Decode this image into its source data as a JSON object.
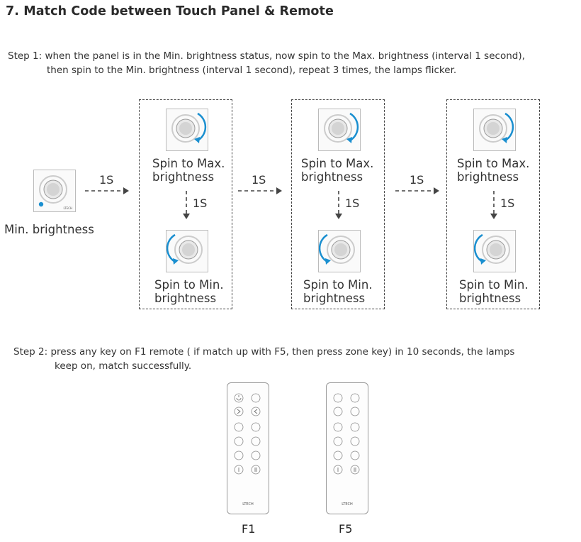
{
  "title": "7. Match Code between Touch Panel & Remote",
  "step1": {
    "line1": "Step 1: when the panel is in the Min. brightness status, now spin to the Max. brightness (interval 1 second),",
    "line2": "then spin to the Min. brightness (interval 1 second), repeat 3 times, the lamps flicker."
  },
  "start_label": "Min. brightness",
  "interval_label": "1S",
  "max_label_line1": "Spin to Max.",
  "max_label_line2": "brightness",
  "min_label_line1": "Spin to Min.",
  "min_label_line2": "brightness",
  "step2": {
    "line1": "Step 2: press any key on F1 remote ( if match up with F5, then press zone key) in 10 seconds, the lamps",
    "line2": "keep on, match successfully."
  },
  "brand": "LTECH",
  "remotes": [
    {
      "name": "F1"
    },
    {
      "name": "F5"
    }
  ],
  "colors": {
    "accent": "#1a8fd0",
    "dash": "#444444"
  },
  "icons": [
    "knob-icon",
    "clockwise-arrow-icon",
    "counterclockwise-arrow-icon",
    "arrow-right-icon",
    "arrow-down-icon"
  ]
}
